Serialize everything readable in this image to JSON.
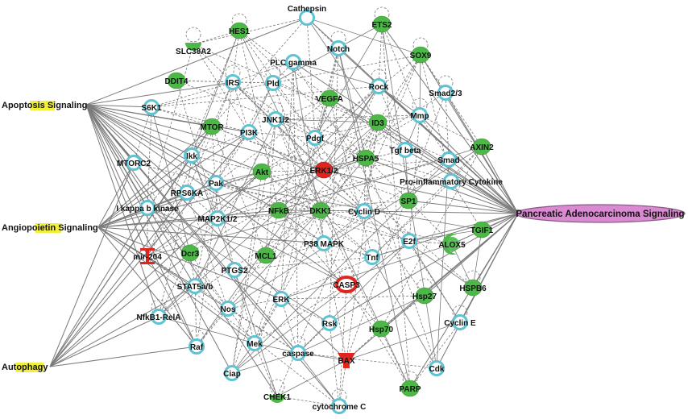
{
  "colors": {
    "up": "#4db848",
    "down": "#e0251f",
    "partner": "#5ec3d3",
    "target": "#d98ad0",
    "pathway_highlight": "#f2ef3a",
    "edge": "#7a7a7a"
  },
  "pathways": {
    "apoptosis": "Apoptosis Signaling",
    "angiopoietin": "Angiopoietin Signaling",
    "autophagy": "Autophagy"
  },
  "target": "Pancreatic Adenocarcinoma Signaling",
  "nodes": {
    "cathepsin": "Cathepsin",
    "hes1": "HES1",
    "ets2": "ETS2",
    "slc38a2": "SLC38A2",
    "notch": "Notch",
    "sox9": "SOX9",
    "plc_gamma": "PLC gamma",
    "ddit4": "DDIT4",
    "irs": "IRS",
    "pld": "Pld",
    "rock": "Rock",
    "smad23": "Smad2/3",
    "vegfa": "VEGFA",
    "mmp": "Mmp",
    "s6k1": "S6K1",
    "mtor": "MTOR",
    "pi3k": "PI3K",
    "jnk12": "JNK1/2",
    "id3": "ID3",
    "axin2": "AXIN2",
    "pdgf": "Pdgf",
    "tgf_beta": "Tgf beta",
    "smad": "Smad",
    "ikk": "Ikk",
    "mtorc2": "MTORC2",
    "akt": "Akt",
    "erk12": "ERK1/2",
    "hspa5": "HSPA5",
    "pro_inflam": "Pro-inflammatory Cytokine",
    "pak": "Pak",
    "rps6ka": "RPS6KA",
    "ikappab": "I kappa b kinase",
    "nfkb": "NFkB",
    "dkk1": "DKK1",
    "cyclin_d": "Cyclin D",
    "sp1": "SP1",
    "map2k12": "MAP2K1/2",
    "e2f": "E2f",
    "tgif1": "TGIF1",
    "p38": "P38 MAPK",
    "alox5": "ALOX5",
    "mir204": "mir-204",
    "dcr3": "Dcr3",
    "mcl1": "MCL1",
    "tnf": "Tnf",
    "ptgs2": "PTGS2",
    "stat5": "STAT5a/b",
    "casp3": "CASP3",
    "hspb6": "HSPB6",
    "hsp27": "Hsp27",
    "nos": "Nos",
    "erk": "ERK",
    "nfkb1_rela": "NfkB1-RelA",
    "rsk": "Rsk",
    "cyclin_e": "Cyclin E",
    "hsp70": "Hsp70",
    "raf": "Raf",
    "mek": "Mek",
    "caspase": "caspase",
    "bax": "BAX",
    "cdk": "Cdk",
    "ciap": "Ciap",
    "parp": "PARP",
    "chek1": "CHEK1",
    "cytochrome_c": "cytochrome C"
  }
}
